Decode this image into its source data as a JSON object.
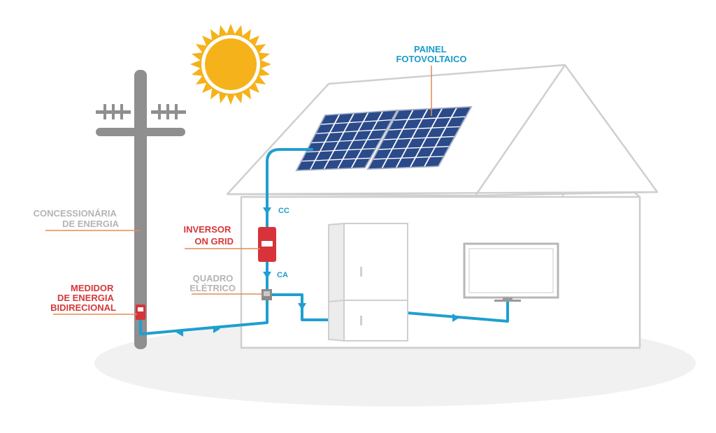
{
  "labels": {
    "panel": [
      "PAINEL",
      "FOTOVOLTAICO"
    ],
    "utility": [
      "CONCESSIONÁRIA",
      "DE ENERGIA"
    ],
    "inverter": [
      "INVERSOR",
      "ON GRID"
    ],
    "breaker_panel": [
      "QUADRO",
      "ELÉTRICO"
    ],
    "meter": [
      "MEDIDOR",
      "DE ENERGIA",
      "BIDIRECIONAL"
    ],
    "dc": "CC",
    "ac": "CA"
  },
  "colors": {
    "wire": "#1e9fd0",
    "label_blue": "#1b9bc9",
    "label_gray": "#b4b4b4",
    "label_red": "#d4383a",
    "leader": "#e58a4f",
    "sun": "#f5b21a",
    "pole": "#8f8f8f",
    "panel_cell": "#2b4a8a",
    "device_red": "#d8333a"
  },
  "icons": [
    "sun-icon",
    "utility-pole-icon",
    "solar-panel-icon",
    "inverter-icon",
    "breaker-panel-icon",
    "meter-icon",
    "refrigerator-icon",
    "television-icon"
  ]
}
